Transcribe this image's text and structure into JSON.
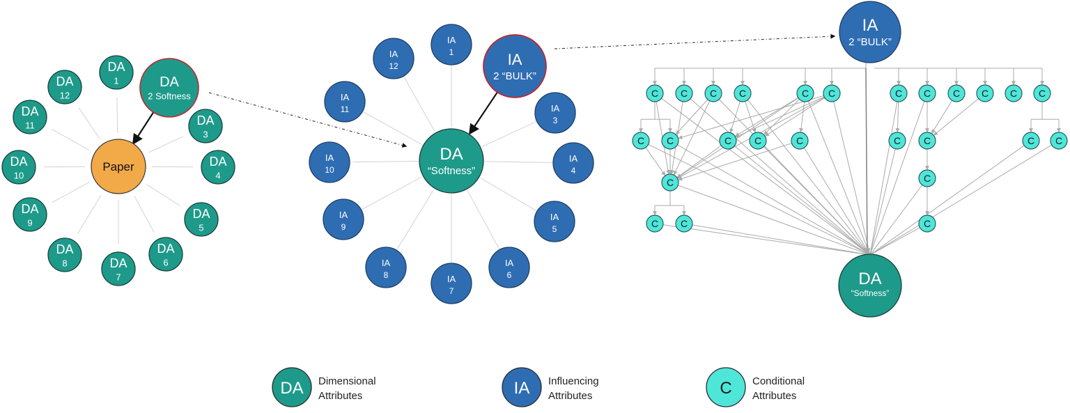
{
  "colors": {
    "dimensional": "#1e9a8a",
    "influencing": "#2f6db3",
    "conditional": "#4fe6da",
    "paper": "#f2a948",
    "highlight_border": "#c0272d"
  },
  "left_group": {
    "center_label": "Paper",
    "highlight": {
      "line1": "DA",
      "line2": "2 Softness"
    },
    "nodes": [
      {
        "line1": "DA",
        "line2": "1"
      },
      {
        "line1": "DA",
        "line2": "3"
      },
      {
        "line1": "DA",
        "line2": "4"
      },
      {
        "line1": "DA",
        "line2": "5"
      },
      {
        "line1": "DA",
        "line2": "6"
      },
      {
        "line1": "DA",
        "line2": "7"
      },
      {
        "line1": "DA",
        "line2": "8"
      },
      {
        "line1": "DA",
        "line2": "9"
      },
      {
        "line1": "DA",
        "line2": "10"
      },
      {
        "line1": "DA",
        "line2": "11"
      },
      {
        "line1": "DA",
        "line2": "12"
      }
    ]
  },
  "middle_group": {
    "center": {
      "line1": "DA",
      "line2": "“Softness”"
    },
    "highlight": {
      "line1": "IA",
      "line2": "2 “BULK”"
    },
    "nodes": [
      {
        "line1": "IA",
        "line2": "1"
      },
      {
        "line1": "IA",
        "line2": "3"
      },
      {
        "line1": "IA",
        "line2": "4"
      },
      {
        "line1": "IA",
        "line2": "5"
      },
      {
        "line1": "IA",
        "line2": "6"
      },
      {
        "line1": "IA",
        "line2": "7"
      },
      {
        "line1": "IA",
        "line2": "8"
      },
      {
        "line1": "IA",
        "line2": "9"
      },
      {
        "line1": "IA",
        "line2": "10"
      },
      {
        "line1": "IA",
        "line2": "11"
      },
      {
        "line1": "IA",
        "line2": "12"
      }
    ]
  },
  "right_group": {
    "top": {
      "line1": "IA",
      "line2": "2 “BULK”"
    },
    "bottom": {
      "line1": "DA",
      "line2": "“Softness”"
    },
    "conditional_label": "C",
    "conditional_count": 26
  },
  "legend": [
    {
      "symbol": "DA",
      "line1": "Dimensional",
      "line2": "Attributes",
      "kind": "dimensional"
    },
    {
      "symbol": "IA",
      "line1": "Influencing",
      "line2": "Attributes",
      "kind": "influencing"
    },
    {
      "symbol": "C",
      "line1": "Conditional",
      "line2": "Attributes",
      "kind": "conditional"
    }
  ]
}
